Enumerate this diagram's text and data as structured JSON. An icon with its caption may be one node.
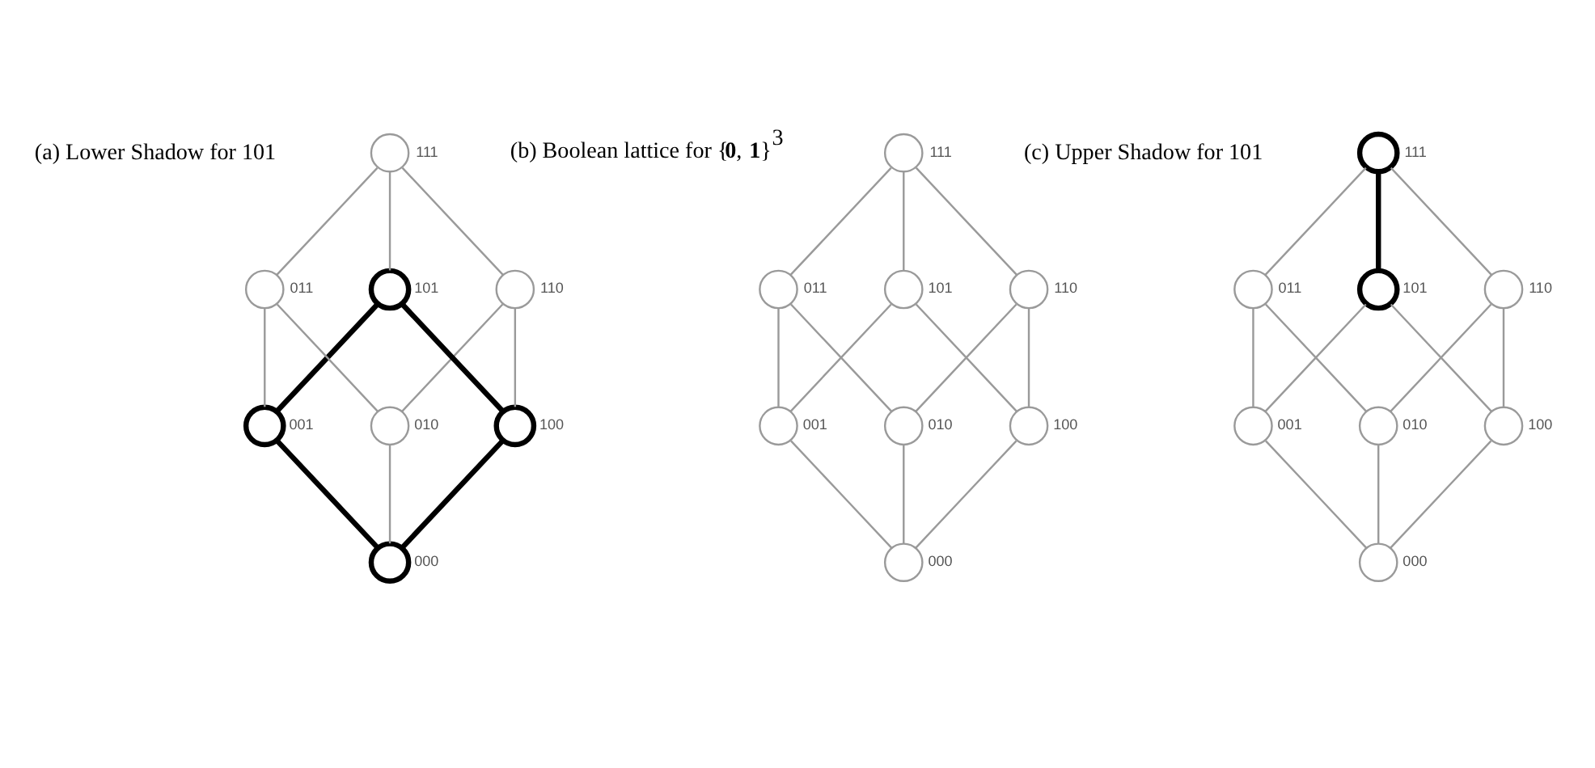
{
  "diagram": {
    "nodes": [
      {
        "text": [],
        "shape": "circle",
        "beside": [
          "000"
        ]
      },
      {
        "text": [],
        "shape": "circle",
        "beside": [
          "001"
        ]
      },
      {
        "text": [],
        "shape": "circle",
        "beside": [
          "010"
        ]
      },
      {
        "text": [],
        "shape": "circle",
        "beside": [
          "100"
        ]
      },
      {
        "text": [],
        "shape": "circle",
        "beside": [
          "011"
        ]
      },
      {
        "text": [],
        "shape": "circle",
        "beside": [
          "101"
        ]
      },
      {
        "text": [],
        "shape": "circle",
        "beside": [
          "110"
        ]
      },
      {
        "text": [],
        "shape": "circle",
        "beside": [
          "111"
        ]
      },
      {
        "text": [],
        "shape": "circle",
        "beside": [
          "000"
        ]
      },
      {
        "text": [],
        "shape": "circle",
        "beside": [
          "001"
        ]
      },
      {
        "text": [],
        "shape": "circle",
        "beside": [
          "010"
        ]
      },
      {
        "text": [],
        "shape": "circle",
        "beside": [
          "100"
        ]
      },
      {
        "text": [],
        "shape": "circle",
        "beside": [
          "011"
        ]
      },
      {
        "text": [],
        "shape": "circle",
        "beside": [
          "101"
        ]
      },
      {
        "text": [],
        "shape": "circle",
        "beside": [
          "110"
        ]
      },
      {
        "text": [],
        "shape": "circle",
        "beside": [
          "111"
        ]
      },
      {
        "text": [],
        "shape": "circle",
        "beside": [
          "000"
        ]
      },
      {
        "text": [],
        "shape": "circle",
        "beside": [
          "001"
        ]
      },
      {
        "text": [],
        "shape": "circle",
        "beside": [
          "010"
        ]
      },
      {
        "text": [],
        "shape": "circle",
        "beside": [
          "100"
        ]
      },
      {
        "text": [],
        "shape": "circle",
        "beside": [
          "011"
        ]
      },
      {
        "text": [],
        "shape": "circle",
        "beside": [
          "101"
        ]
      },
      {
        "text": [],
        "shape": "circle",
        "beside": [
          "110"
        ]
      },
      {
        "text": [],
        "shape": "circle",
        "beside": [
          "111"
        ]
      }
    ],
    "edges": [
      {
        "from": 0,
        "to": 1,
        "arrow": "none",
        "style": "thick",
        "color": "#000000"
      },
      {
        "from": 0,
        "to": 2,
        "arrow": "none"
      },
      {
        "from": 0,
        "to": 3,
        "arrow": "none",
        "style": "thick",
        "color": "#000000"
      },
      {
        "from": 1,
        "to": 4,
        "arrow": "none"
      },
      {
        "from": 1,
        "to": 5,
        "arrow": "none",
        "style": "thick",
        "color": "#000000"
      },
      {
        "from": 2,
        "to": 4,
        "arrow": "none"
      },
      {
        "from": 2,
        "to": 6,
        "arrow": "none"
      },
      {
        "from": 3,
        "to": 5,
        "arrow": "none",
        "style": "thick",
        "color": "#000000"
      },
      {
        "from": 3,
        "to": 6,
        "arrow": "none"
      },
      {
        "from": 4,
        "to": 7,
        "arrow": "none"
      },
      {
        "from": 5,
        "to": 7,
        "arrow": "none"
      },
      {
        "from": 6,
        "to": 7,
        "arrow": "none"
      },
      {
        "from": 8,
        "to": 9,
        "arrow": "none"
      },
      {
        "from": 8,
        "to": 10,
        "arrow": "none"
      },
      {
        "from": 8,
        "to": 11,
        "arrow": "none"
      },
      {
        "from": 9,
        "to": 12,
        "arrow": "none"
      },
      {
        "from": 9,
        "to": 13,
        "arrow": "none"
      },
      {
        "from": 10,
        "to": 12,
        "arrow": "none"
      },
      {
        "from": 10,
        "to": 14,
        "arrow": "none"
      },
      {
        "from": 11,
        "to": 13,
        "arrow": "none"
      },
      {
        "from": 11,
        "to": 14,
        "arrow": "none"
      },
      {
        "from": 12,
        "to": 15,
        "arrow": "none"
      },
      {
        "from": 13,
        "to": 15,
        "arrow": "none"
      },
      {
        "from": 14,
        "to": 15,
        "arrow": "none"
      },
      {
        "from": 16,
        "to": 17,
        "arrow": "none"
      },
      {
        "from": 16,
        "to": 18,
        "arrow": "none"
      },
      {
        "from": 16,
        "to": 19,
        "arrow": "none"
      },
      {
        "from": 17,
        "to": 20,
        "arrow": "none"
      },
      {
        "from": 17,
        "to": 21,
        "arrow": "none"
      },
      {
        "from": 18,
        "to": 20,
        "arrow": "none"
      },
      {
        "from": 18,
        "to": 22,
        "arrow": "none"
      },
      {
        "from": 19,
        "to": 21,
        "arrow": "none"
      },
      {
        "from": 19,
        "to": 22,
        "arrow": "none"
      },
      {
        "from": 20,
        "to": 23,
        "arrow": "none"
      },
      {
        "from": 21,
        "to": 23,
        "arrow": "none",
        "style": "thick",
        "color": "#000000"
      },
      {
        "from": 22,
        "to": 23,
        "arrow": "none"
      }
    ],
    "labels": [
      "(a) Lower Shadow for 101",
      "(b) Boolean lattice for {**0**, **1**}$^{3}$",
      "(c) Upper Shadow for 101"
    ]
  }
}
